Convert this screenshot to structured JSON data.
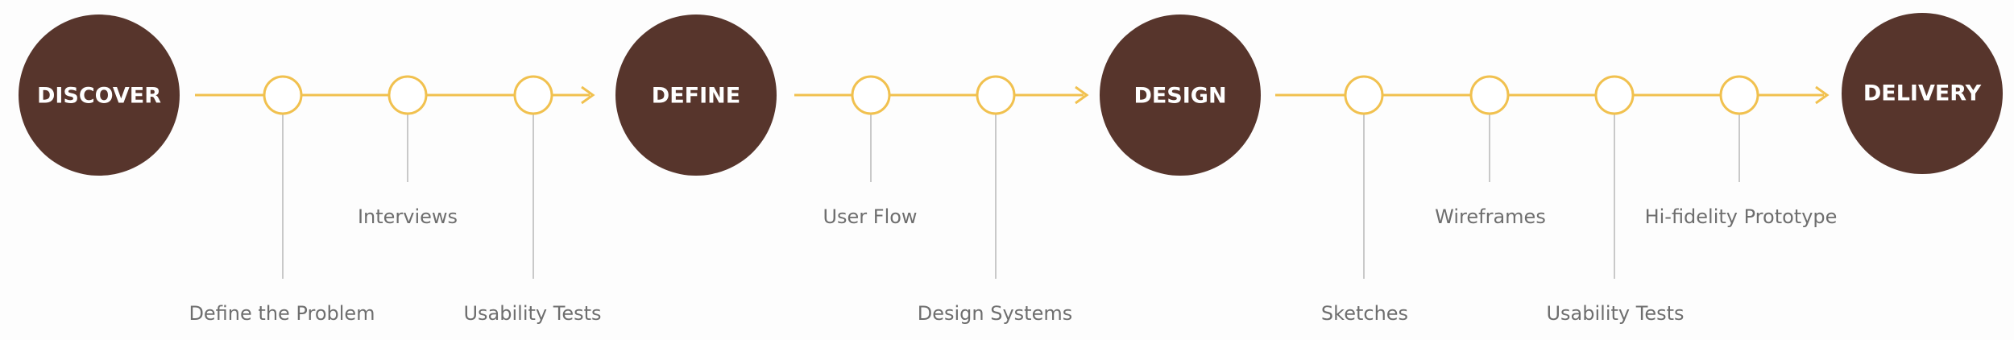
{
  "colors": {
    "phase_fill": "#57352c",
    "line": "#f1c14f",
    "connector": "#c9c9c9",
    "label_text": "#6e6e6e",
    "phase_text": "#ffffff",
    "background": "#fdfdfd"
  },
  "phases": [
    {
      "label": "DISCOVER"
    },
    {
      "label": "DEFINE"
    },
    {
      "label": "DESIGN"
    },
    {
      "label": "DELIVERY"
    }
  ],
  "stages": [
    {
      "steps": [
        {
          "label": "Define the Problem",
          "level": "low"
        },
        {
          "label": "Interviews",
          "level": "high"
        },
        {
          "label": "Usability Tests",
          "level": "low"
        }
      ]
    },
    {
      "steps": [
        {
          "label": "User Flow",
          "level": "high"
        },
        {
          "label": "Design Systems",
          "level": "low"
        }
      ]
    },
    {
      "steps": [
        {
          "label": "Sketches",
          "level": "low"
        },
        {
          "label": "Wireframes",
          "level": "high"
        },
        {
          "label": "Usability Tests",
          "level": "low"
        },
        {
          "label": "Hi-fidelity Prototype",
          "level": "high"
        }
      ]
    }
  ]
}
